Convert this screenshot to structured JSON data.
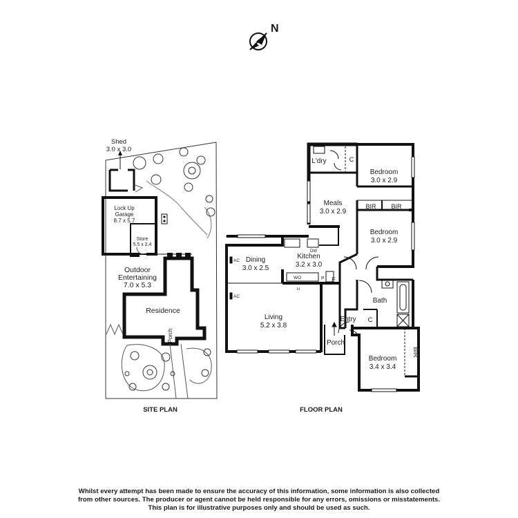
{
  "compass": {
    "label": "N",
    "icon": "north-arrow-icon"
  },
  "site_plan": {
    "caption": "SITE PLAN",
    "shed": {
      "name": "Shed",
      "size": "3.0 x 3.0"
    },
    "garage": {
      "name_line1": "Lock Up",
      "name_line2": "Garage",
      "size": "8.7 x 5.7"
    },
    "store": {
      "name": "Store",
      "size": "5.5 x 2.4"
    },
    "outdoor": {
      "name_line1": "Outdoor",
      "name_line2": "Entertaining",
      "size": "7.0 x 5.3"
    },
    "residence": {
      "name": "Residence"
    },
    "porch": {
      "name": "Porch"
    }
  },
  "floor_plan": {
    "caption": "FLOOR PLAN",
    "laundry": {
      "name": "L'dry"
    },
    "meals": {
      "name": "Meals",
      "size": "3.0 x 2.9"
    },
    "bedroom1": {
      "name": "Bedroom",
      "size": "3.0 x 2.9"
    },
    "bedroom2": {
      "name": "Bedroom",
      "size": "3.0 x 2.9"
    },
    "bedroom3": {
      "name": "Bedroom",
      "size": "3.4 x 3.4"
    },
    "dining": {
      "name": "Dining",
      "size": "3.0 x 2.5"
    },
    "kitchen": {
      "name": "Kitchen",
      "size": "3.2 x 3.0"
    },
    "living": {
      "name": "Living",
      "size": "5.2 x 3.8"
    },
    "bath": {
      "name": "Bath"
    },
    "entry": {
      "name": "Entry"
    },
    "porch": {
      "name": "Porch"
    },
    "small_labels": {
      "cupboard": "C",
      "bir": "BIR",
      "ac": "AC",
      "wo": "WO",
      "pantry": "P",
      "fridge": "F",
      "dishwasher": "DW",
      "hotplate": "H"
    }
  },
  "disclaimer": {
    "line1": "Whilst every attempt has been made to ensure the accuracy of this information, some information is also collected",
    "line2": "from other sources. The producer or agent cannot be held responsible for any errors, omissions or misstatements.",
    "line3": "This plan is for illustrative purposes only and should be used as such."
  }
}
